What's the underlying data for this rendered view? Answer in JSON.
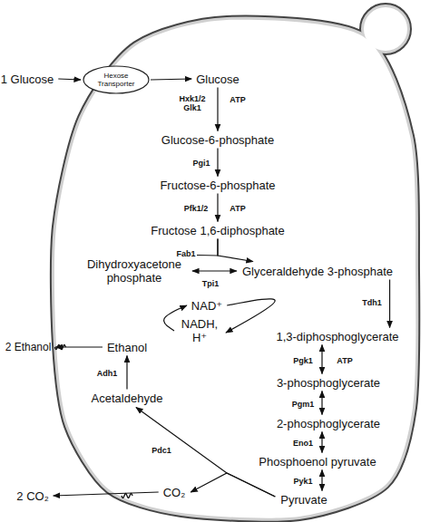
{
  "diagram": {
    "nodes": [
      {
        "text": [
          "1 Glucose"
        ]
      },
      {
        "text": [
          "Hexose Transporter"
        ]
      },
      {
        "text": [
          "Glucose"
        ]
      },
      {
        "text": [
          "Glucose-6-phosphate"
        ]
      },
      {
        "text": [
          "Fructose-6-phosphate"
        ]
      },
      {
        "text": [
          "Fructose 1,6-diphosphate"
        ]
      },
      {
        "text": [
          "Dihydroxyacetone phosphate"
        ]
      },
      {
        "text": [
          "Glyceraldehyde 3-phosphate"
        ]
      },
      {
        "text": [
          "NAD⁺"
        ]
      },
      {
        "text": [
          "NADH, H⁺"
        ]
      },
      {
        "text": [
          "1,3-diphosphoglycerate"
        ]
      },
      {
        "text": [
          "3-phosphoglycerate"
        ]
      },
      {
        "text": [
          "2-phosphoglycerate"
        ]
      },
      {
        "text": [
          "Phosphoenol pyruvate"
        ]
      },
      {
        "text": [
          "Pyruvate"
        ]
      },
      {
        "text": [
          "Acetaldehyde"
        ]
      },
      {
        "text": [
          "CO₂"
        ]
      },
      {
        "text": [
          "Ethanol"
        ]
      },
      {
        "text": [
          "2 Ethanol"
        ]
      },
      {
        "text": [
          "2 CO₂"
        ]
      }
    ],
    "edges": [
      {
        "from": 0,
        "to": 1,
        "arrow": "to"
      },
      {
        "from": 1,
        "to": 2,
        "arrow": "to"
      },
      {
        "from": 2,
        "to": 3,
        "arrow": "to",
        "label": "Hxk1/2 Glk1"
      },
      {
        "from": 3,
        "to": 4,
        "arrow": "to",
        "label": "Pgi1"
      },
      {
        "from": 4,
        "to": 5,
        "arrow": "to",
        "label": "Pfk1/2"
      },
      {
        "from": 5,
        "to": 6,
        "arrow": "to"
      },
      {
        "from": 5,
        "to": 7,
        "arrow": "to"
      },
      {
        "from": 6,
        "to": 7,
        "arrow": "both",
        "label": "Tpi1"
      },
      {
        "from": 7,
        "to": 10,
        "arrow": "to",
        "label": "Tdh1"
      },
      {
        "from": 8,
        "to": 9,
        "arrow": "to"
      },
      {
        "from": 9,
        "to": 8,
        "arrow": "to"
      },
      {
        "from": 10,
        "to": 11,
        "arrow": "both",
        "label": "Pgk1"
      },
      {
        "from": 11,
        "to": 12,
        "arrow": "both",
        "label": "Pgm1"
      },
      {
        "from": 12,
        "to": 13,
        "arrow": "both",
        "label": "Eno1"
      },
      {
        "from": 13,
        "to": 14,
        "arrow": "both",
        "label": "Pyk1"
      },
      {
        "from": 14,
        "to": 15,
        "arrow": "to",
        "label": "Pdc1"
      },
      {
        "from": 14,
        "to": 16,
        "arrow": "to"
      },
      {
        "from": 15,
        "to": 17,
        "arrow": "to",
        "label": "Adh1"
      },
      {
        "from": 17,
        "to": 18,
        "arrow": "to"
      },
      {
        "from": 16,
        "to": 19,
        "arrow": "to"
      }
    ],
    "labels": [
      "ATP",
      "ATP",
      "Fab1",
      "ATP"
    ]
  }
}
